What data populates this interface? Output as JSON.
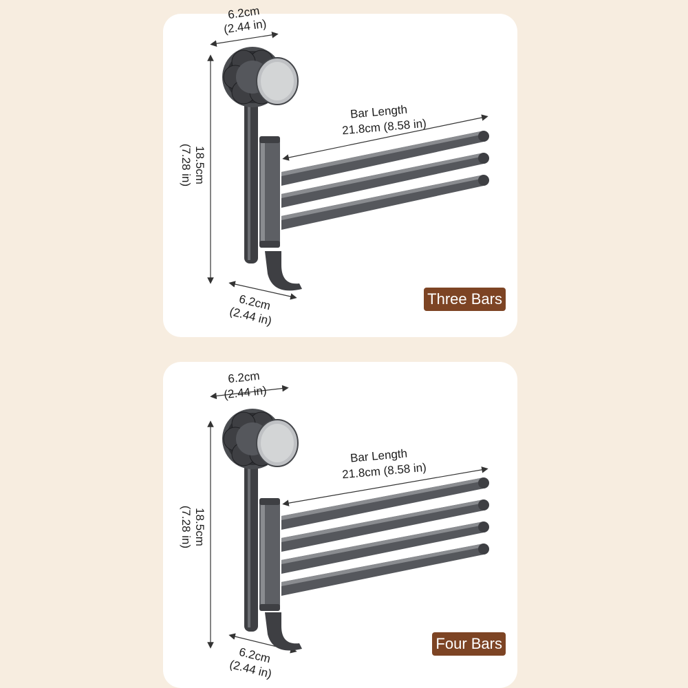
{
  "panels": [
    {
      "label": "Three Bars",
      "bar_count": 3,
      "top_width": {
        "cm": "6.2cm",
        "in": "(2.44 in)"
      },
      "height": {
        "cm": "18.5cm",
        "in": "(7.28 in)"
      },
      "bar_length": {
        "title": "Bar Length",
        "value": "21.8cm (8.58 in)"
      },
      "bottom_width": {
        "cm": "6.2cm",
        "in": "(2.44 in)"
      }
    },
    {
      "label": "Four Bars",
      "bar_count": 4,
      "top_width": {
        "cm": "6.2cm",
        "in": "(2.44 in)"
      },
      "height": {
        "cm": "18.5cm",
        "in": "(7.28 in)"
      },
      "bar_length": {
        "title": "Bar Length",
        "value": "21.8cm (8.58 in)"
      },
      "bottom_width": {
        "cm": "6.2cm",
        "in": "(2.44 in)"
      }
    }
  ],
  "colors": {
    "background": "#f7ede0",
    "panel": "#ffffff",
    "badge": "#7d4424",
    "metal_dark": "#3e3f43",
    "metal_mid": "#5d5f64",
    "metal_light": "#8a8c90"
  }
}
